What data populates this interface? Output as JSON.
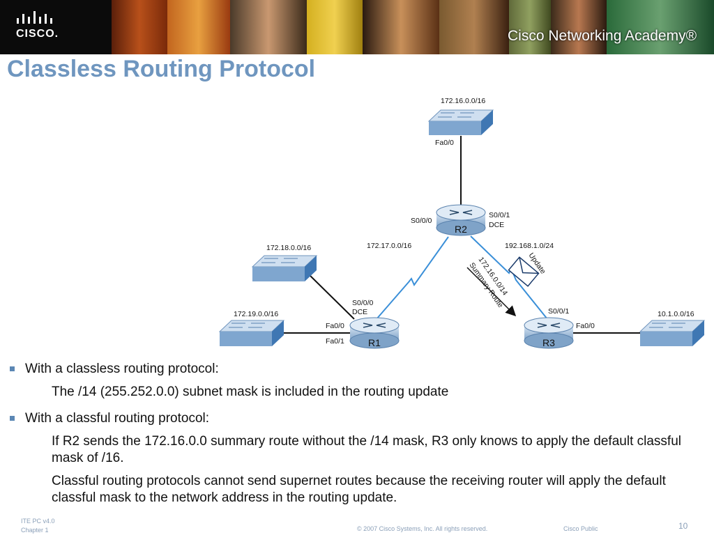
{
  "header": {
    "logo_text": "CISCO.",
    "academy": "Cisco Networking Academy®"
  },
  "title": "Classless Routing Protocol",
  "diagram": {
    "networks": {
      "top": "172.16.0.0/16",
      "left_upper": "172.18.0.0/16",
      "left_lower": "172.19.0.0/16",
      "right": "10.1.0.0/16"
    },
    "links": {
      "r1_r2": "172.17.0.0/16",
      "r2_r3": "192.168.1.0/24"
    },
    "routers": {
      "r1": "R1",
      "r2": "R2",
      "r3": "R3"
    },
    "interfaces": {
      "r2_fa00": "Fa0/0",
      "r2_s000": "S0/0/0",
      "r2_s001": "S0/0/1",
      "r2_dce": "DCE",
      "r1_s000": "S0/0/0",
      "r1_dce": "DCE",
      "r1_fa00": "Fa0/0",
      "r1_fa01": "Fa0/1",
      "r3_s001": "S0/0/1",
      "r3_fa00": "Fa0/0"
    },
    "update_label": "Update",
    "summary_line1": "172.16.0.0/14",
    "summary_line2": "Summary Route"
  },
  "bullets": [
    {
      "heading": "With a classless routing protocol:",
      "subs": [
        "The /14 (255.252.0.0) subnet mask is included in the routing update"
      ]
    },
    {
      "heading": "With a classful routing protocol:",
      "subs": [
        "If R2 sends the 172.16.0.0 summary route without the /14 mask, R3 only knows to apply the default classful mask of /16.",
        "Classful routing protocols cannot send supernet routes because the receiving router will apply the default classful mask to the network address in the routing update."
      ]
    }
  ],
  "footer": {
    "line1": "ITE PC v4.0",
    "line2": "Chapter 1",
    "copyright": "© 2007 Cisco Systems, Inc. All rights reserved.",
    "public": "Cisco Public",
    "page": "10"
  },
  "colors": {
    "title": "#6f96bf",
    "switch_top": "#cfdff0",
    "switch_front": "#7fa6cf",
    "switch_side": "#3f77b3",
    "serial_link": "#3a8fd8",
    "bullet": "#5b87b4"
  }
}
